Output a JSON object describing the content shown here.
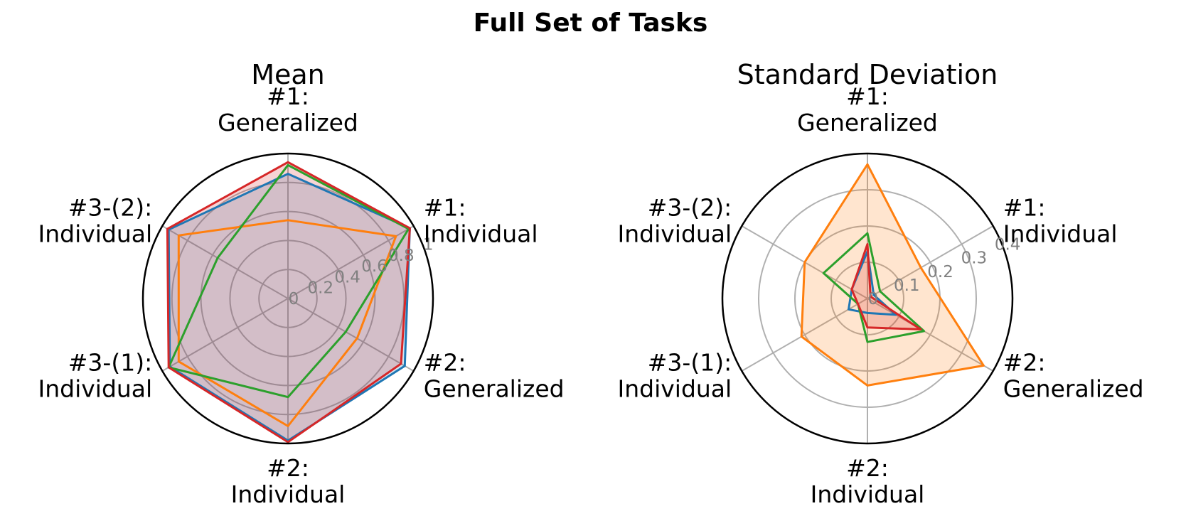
{
  "figure": {
    "title": "Full Set of Tasks"
  },
  "colors": {
    "blue": "#1f77b4",
    "orange": "#ff7f0e",
    "green": "#2ca02c",
    "red": "#d62728",
    "grid": "#b0b0b0",
    "tick": "#808080"
  },
  "chart_data": [
    {
      "type": "radar",
      "title": "Mean",
      "categories": [
        "#1:\nGeneralized",
        "#1:\nIndividual",
        "#2:\nGeneralized",
        "#2:\nIndividual",
        "#3-(1):\nIndividual",
        "#3-(2):\nIndividual"
      ],
      "rticks": [
        "0",
        "0.2",
        "0.4",
        "0.6",
        "0.8",
        "1"
      ],
      "rticks_values": [
        0,
        0.2,
        0.4,
        0.6,
        0.8,
        1.0
      ],
      "rlim": [
        0,
        1.0
      ],
      "grid": true,
      "series": [
        {
          "color": "#1f77b4",
          "fill": true,
          "values": [
            0.86,
            0.97,
            0.93,
            0.98,
            0.94,
            0.95
          ]
        },
        {
          "color": "#ff7f0e",
          "fill": false,
          "values": [
            0.54,
            0.86,
            0.55,
            0.88,
            0.87,
            0.87
          ]
        },
        {
          "color": "#2ca02c",
          "fill": false,
          "values": [
            0.92,
            0.96,
            0.46,
            0.68,
            0.95,
            0.56
          ]
        },
        {
          "color": "#d62728",
          "fill": true,
          "values": [
            0.94,
            0.97,
            0.9,
            0.99,
            0.95,
            0.96
          ]
        }
      ]
    },
    {
      "type": "radar",
      "title": "Standard Deviation",
      "categories": [
        "#1:\nGeneralized",
        "#1:\nIndividual",
        "#2:\nGeneralized",
        "#2:\nIndividual",
        "#3-(1):\nIndividual",
        "#3-(2):\nIndividual"
      ],
      "rticks": [
        "0",
        "0.1",
        "0.2",
        "0.3",
        "0.4"
      ],
      "rticks_values": [
        0,
        0.1,
        0.2,
        0.3,
        0.4
      ],
      "rlim": [
        0,
        0.4
      ],
      "grid": true,
      "series": [
        {
          "color": "#1f77b4",
          "fill": false,
          "values": [
            0.13,
            0.02,
            0.09,
            0.04,
            0.06,
            0.05
          ]
        },
        {
          "color": "#ff7f0e",
          "fill": true,
          "values": [
            0.37,
            0.17,
            0.37,
            0.24,
            0.21,
            0.2
          ]
        },
        {
          "color": "#2ca02c",
          "fill": false,
          "values": [
            0.18,
            0.04,
            0.18,
            0.12,
            0.03,
            0.14
          ]
        },
        {
          "color": "#d62728",
          "fill": true,
          "values": [
            0.15,
            0.01,
            0.17,
            0.08,
            0.03,
            0.05
          ]
        }
      ]
    }
  ]
}
